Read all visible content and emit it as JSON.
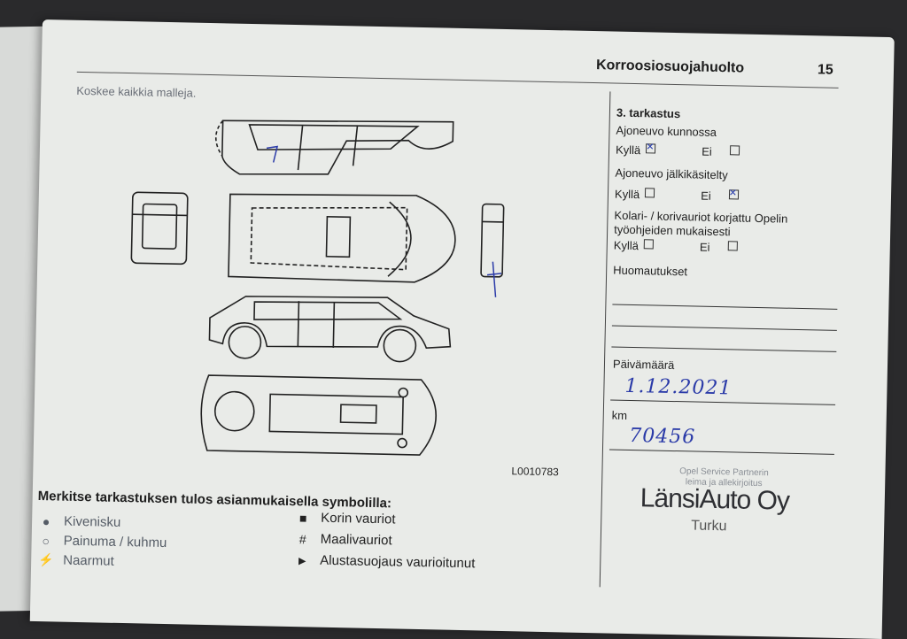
{
  "header": {
    "title": "Korroosiosuojahuolto",
    "page_number": "15"
  },
  "intro": "Koskee kaikkia malleja.",
  "figure_code": "L0010783",
  "legend": {
    "title": "Merkitse tarkastuksen tulos asianmukaisella symbolilla:",
    "items_left": [
      {
        "symbol": "●",
        "label": "Kivenisku"
      },
      {
        "symbol": "○",
        "label": "Painuma / kuhmu"
      },
      {
        "symbol": "⚡",
        "label": "Naarmut"
      }
    ],
    "items_right": [
      {
        "symbol": "■",
        "label": "Korin vauriot"
      },
      {
        "symbol": "#",
        "label": "Maalivauriot"
      },
      {
        "symbol": "►",
        "label": "Alustasuojaus vaurioitunut"
      }
    ]
  },
  "inspection": {
    "title": "3. tarkastus",
    "q1": "Ajoneuvo kunnossa",
    "q2": "Ajoneuvo jälkikäsitelty",
    "q3_line1": "Kolari- / korivauriot korjattu Opelin",
    "q3_line2": "työohjeiden mukaisesti",
    "yes": "Kyllä",
    "no": "Ei",
    "notes": "Huomautukset",
    "date_label": "Päivämäärä",
    "date_value": "1.12.2021",
    "km_label": "km",
    "km_value": "70456"
  },
  "stamp": {
    "line1": "Opel Service Partnerin",
    "line2": "leima ja allekirjoitus",
    "company": "LänsiAuto Oy",
    "city": "Turku"
  },
  "checks": {
    "q1_yes": true,
    "q1_no": false,
    "q2_yes": false,
    "q2_no": true,
    "q3_yes": false,
    "q3_no": false
  }
}
